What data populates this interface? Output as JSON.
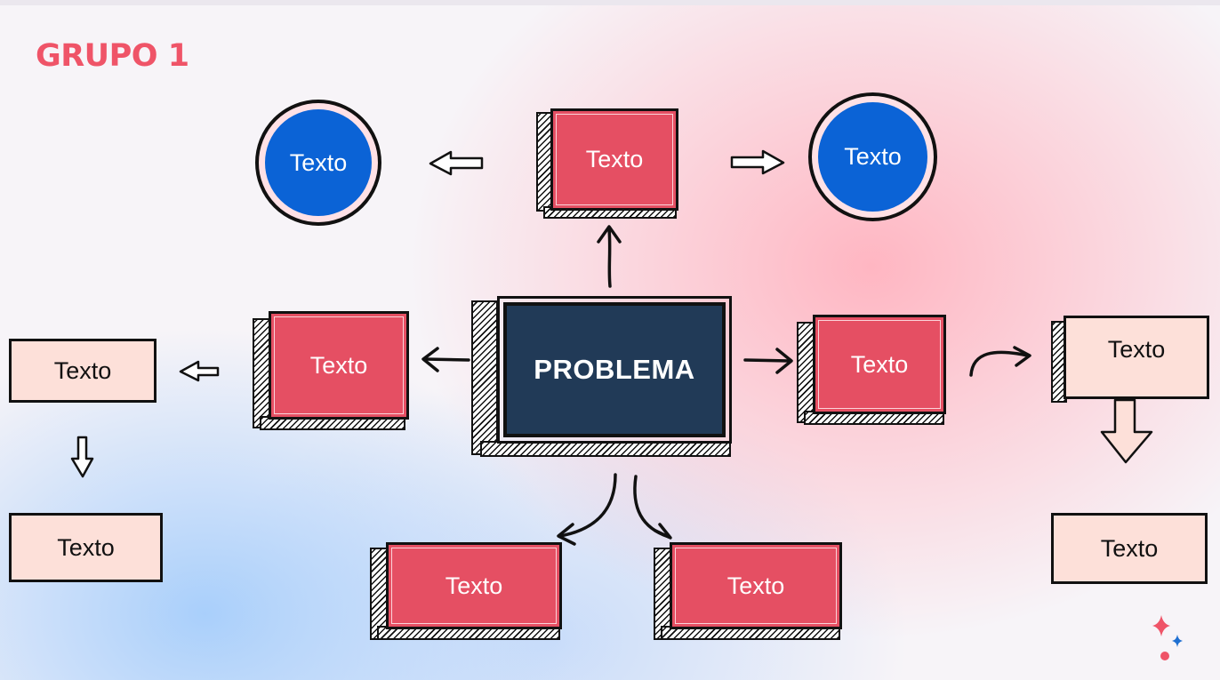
{
  "title": "GRUPO 1",
  "center": {
    "label": "PROBLEMA"
  },
  "nodes": {
    "top": "Texto",
    "top_left_circle": "Texto",
    "top_right_circle": "Texto",
    "left": "Texto",
    "right": "Texto",
    "far_left_top": "Texto",
    "far_left_bottom": "Texto",
    "far_right_top": "Texto",
    "far_right_bottom": "Texto",
    "bottom_left": "Texto",
    "bottom_right": "Texto"
  },
  "colors": {
    "title": "#ef5468",
    "red_box": "#e54f63",
    "pink_box": "#fde0d9",
    "circle_blue": "#0b63d6",
    "problem_box": "#213a57"
  }
}
